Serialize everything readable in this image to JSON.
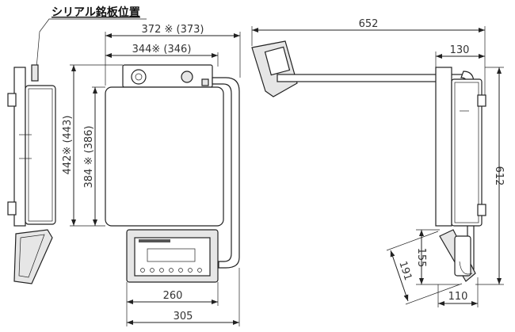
{
  "title": "シリアル銘板位置",
  "dimensions": {
    "overall_width": "372 ※ (373)",
    "platter_width": "344※ (346)",
    "overall_depth": "442※ (443)",
    "platter_depth": "384 ※ (386)",
    "indicator_width": "260",
    "base_width": "305",
    "pole_reach": "652",
    "side_offset": "130",
    "total_height": "612",
    "indicator_height": "155",
    "indicator_diag": "191",
    "indicator_depth": "110"
  }
}
